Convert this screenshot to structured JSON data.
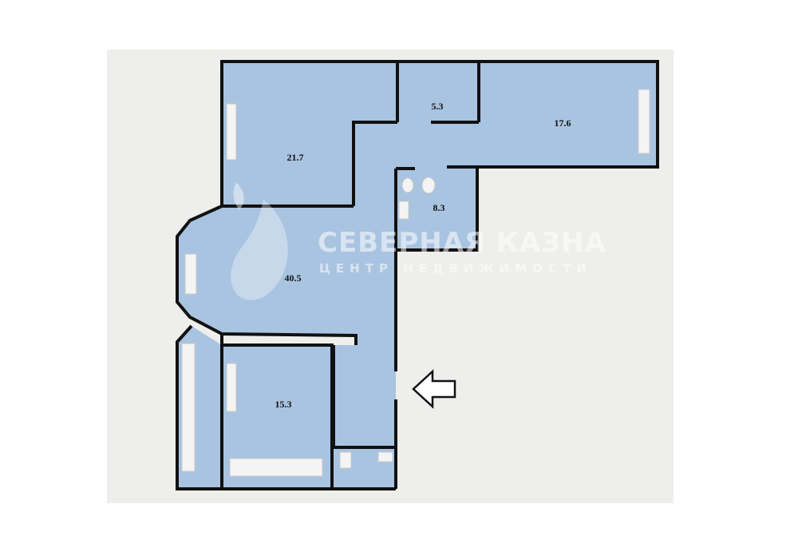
{
  "colors": {
    "background": "#eeeeec",
    "floor": "#a9c4e1",
    "wall": "#111111",
    "fixture": "#f4f4f4"
  },
  "rooms": [
    {
      "id": "room-1",
      "area": "21.7"
    },
    {
      "id": "room-2",
      "area": "5.3"
    },
    {
      "id": "room-3",
      "area": "17.6"
    },
    {
      "id": "room-4",
      "area": "8.3"
    },
    {
      "id": "room-5",
      "area": "40.5"
    },
    {
      "id": "room-6",
      "area": "15.3"
    }
  ],
  "watermark": {
    "title": "СЕВЕРНАЯ КАЗНА",
    "subtitle": "ЦЕНТР НЕДВИЖИМОСТИ",
    "logo": "flame-drop-logo"
  },
  "entrance": {
    "icon": "entrance-arrow-icon"
  }
}
